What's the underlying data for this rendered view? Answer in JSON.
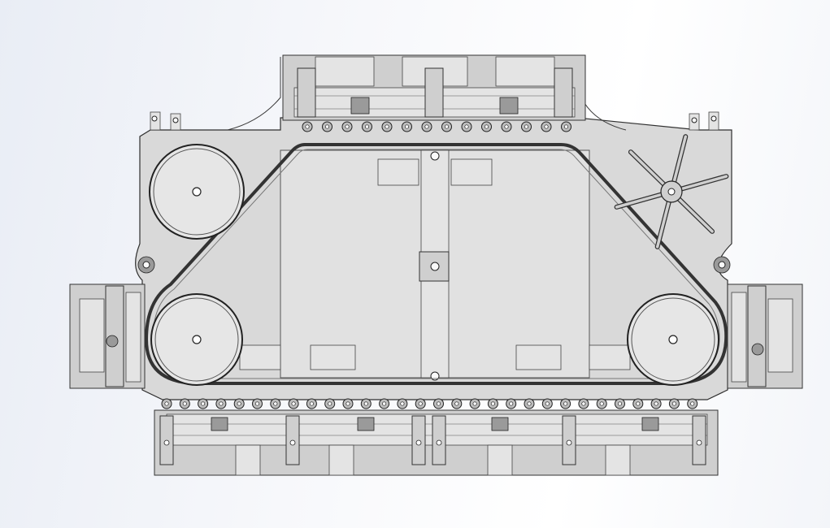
{
  "drawing": {
    "type": "cad-mechanical-assembly",
    "view": "top",
    "colors": {
      "background": "#eef1f7",
      "plate": "#d9d9d9",
      "outline": "#2f2f2f",
      "component": "#cfcfcf"
    },
    "counts": {
      "top_rollers": 14,
      "bottom_rollers": 30,
      "pulleys": 3,
      "star_arms": 6
    }
  }
}
